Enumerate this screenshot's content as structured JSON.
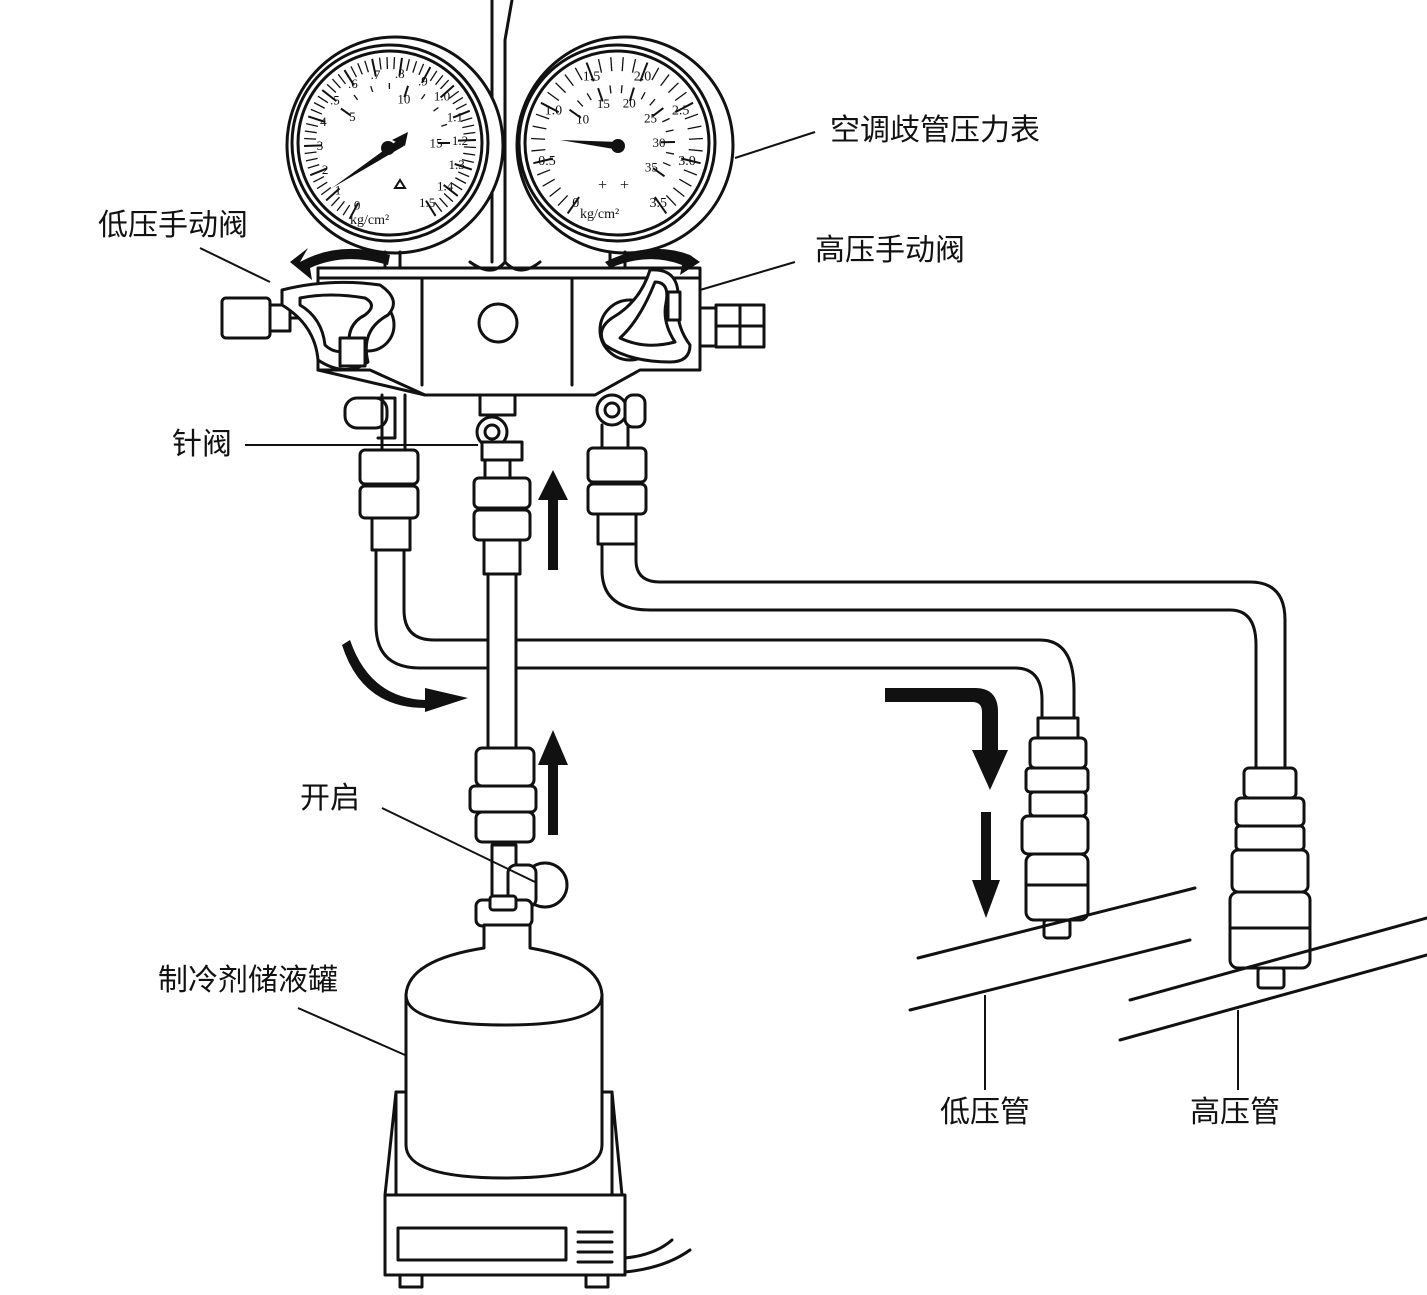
{
  "labels": {
    "manifold_gauge": "空调歧管压力表",
    "low_valve": "低压手动阀",
    "high_valve": "高压手动阀",
    "needle_valve": "针阀",
    "open": "开启",
    "tank": "制冷剂储液罐",
    "low_pipe": "低压管",
    "high_pipe": "高压管"
  },
  "low_gauge": {
    "unit": "kg/cm²",
    "outer_ticks": [
      "0",
      "1",
      "2",
      "3",
      "4",
      ".5",
      ".6",
      ".7",
      ".8",
      ".9",
      "1.0",
      "1.1",
      "1.2",
      "1.3",
      "1.4",
      "1.5"
    ],
    "inner_ticks": [
      "5",
      "10",
      "15"
    ]
  },
  "high_gauge": {
    "unit": "kg/cm²",
    "outer_ticks": [
      "0",
      "0.5",
      "1.0",
      "1.5",
      "2.0",
      "2.5",
      "3.0",
      "3.5"
    ],
    "inner_ticks": [
      "10",
      "15",
      "20",
      "25",
      "30",
      "35"
    ]
  },
  "colors": {
    "ink": "#111111",
    "paper": "#ffffff"
  }
}
